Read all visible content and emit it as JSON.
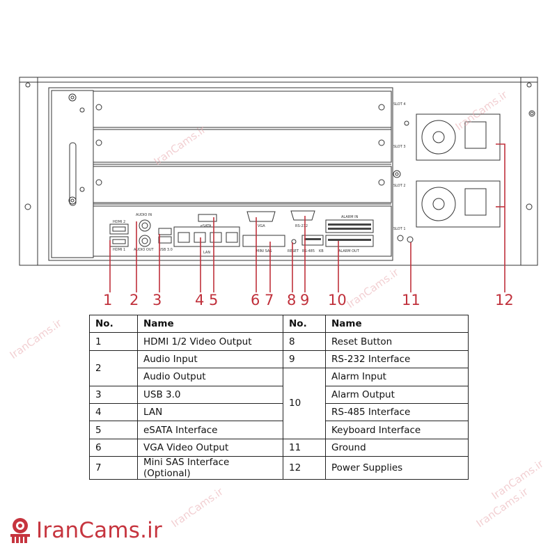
{
  "brand": {
    "name": "IranCams.ir",
    "watermark_text": "IranCams.ir",
    "color": "#c6343e"
  },
  "device_labels": {
    "slot4": "SLOT 4",
    "slot3": "SLOT 3",
    "slot2": "SLOT 2",
    "slot1": "SLOT 1",
    "hdmi2": "HDMI 2",
    "hdmi1": "HDMI 1",
    "audio_in": "AUDIO IN",
    "audio_out": "AUDIO OUT",
    "usb": "USB 3.0",
    "esata": "eSATA",
    "lan": "LAN",
    "vga": "VGA",
    "rs232": "RS-232",
    "mini_sas": "MINI SAS",
    "reset": "RESET",
    "alarm_in": "ALARM IN",
    "alarm_out": "ALARM OUT",
    "rs485": "RS-485",
    "kb": "KB"
  },
  "callouts": [
    "1",
    "2",
    "3",
    "4",
    "5",
    "6",
    "7",
    "8",
    "9",
    "10",
    "11",
    "12"
  ],
  "table": {
    "headers": [
      "No.",
      "Name",
      "No.",
      "Name"
    ],
    "left": [
      {
        "no": "1",
        "names": [
          "HDMI 1/2 Video Output"
        ]
      },
      {
        "no": "2",
        "names": [
          "Audio Input",
          "Audio Output"
        ]
      },
      {
        "no": "3",
        "names": [
          "USB 3.0"
        ]
      },
      {
        "no": "4",
        "names": [
          "LAN"
        ]
      },
      {
        "no": "5",
        "names": [
          "eSATA Interface"
        ]
      },
      {
        "no": "6",
        "names": [
          "VGA Video Output"
        ]
      },
      {
        "no": "7",
        "names": [
          "Mini SAS Interface (Optional)"
        ]
      }
    ],
    "right": [
      {
        "no": "8",
        "names": [
          "Reset Button"
        ]
      },
      {
        "no": "9",
        "names": [
          "RS-232 Interface"
        ]
      },
      {
        "no": "10",
        "names": [
          "Alarm Input",
          "Alarm Output",
          "RS-485 Interface",
          "Keyboard Interface"
        ]
      },
      {
        "no": "11",
        "names": [
          "Ground"
        ]
      },
      {
        "no": "12",
        "names": [
          "Power Supplies"
        ]
      }
    ]
  }
}
